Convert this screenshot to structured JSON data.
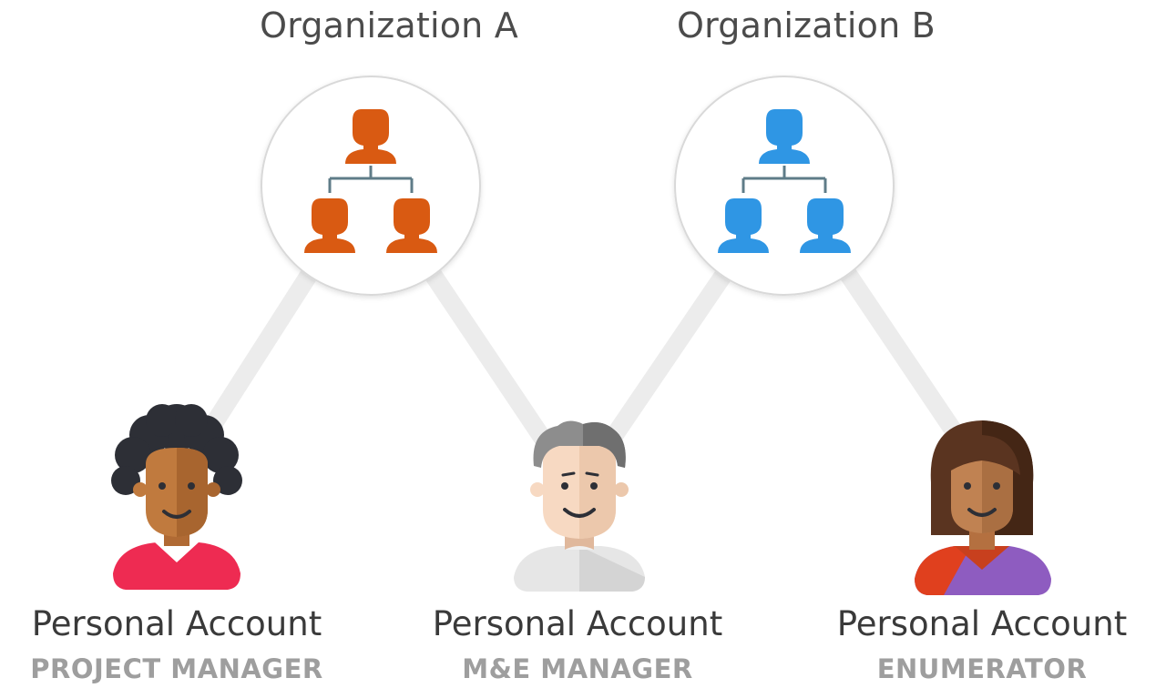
{
  "organizations": [
    {
      "title": "Organization A",
      "color": "#d95a12",
      "icon": "org-chart-icon"
    },
    {
      "title": "Organization B",
      "color": "#2f96e4",
      "icon": "org-chart-icon"
    }
  ],
  "accounts": [
    {
      "title": "Personal Account",
      "role": "PROJECT MANAGER",
      "avatar": "curly-hair-person-avatar",
      "shirt_color": "#ee2b52"
    },
    {
      "title": "Personal Account",
      "role": "M&E MANAGER",
      "avatar": "grey-hair-person-avatar",
      "shirt_color": "#e6e6e6"
    },
    {
      "title": "Personal Account",
      "role": "ENUMERATOR",
      "avatar": "long-hair-person-avatar",
      "shirt_color": "#8e5cc0"
    }
  ],
  "colors": {
    "connector": "#ececec",
    "circle_border": "#d9d9d9",
    "title_text": "#4b4b4b",
    "role_text": "#9e9e9e"
  }
}
